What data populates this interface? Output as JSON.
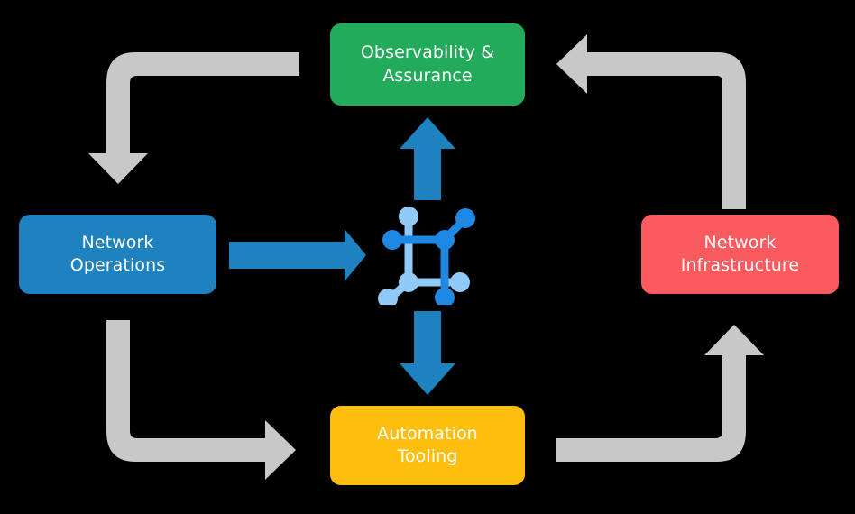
{
  "diagram": {
    "type": "cycle-diagram",
    "background_color": "#000000",
    "center": {
      "icon": "network-topology-icon",
      "colors": {
        "dark": "#1e88e5",
        "light": "#90caf9"
      }
    },
    "nodes": [
      {
        "id": "observability",
        "label": "Observability &\nAssurance",
        "color": "#22ab5a",
        "position": "top"
      },
      {
        "id": "operations",
        "label": "Network\nOperations",
        "color": "#1f82c0",
        "position": "left"
      },
      {
        "id": "infrastructure",
        "label": "Network\nInfrastructure",
        "color": "#fb5a5f",
        "position": "right"
      },
      {
        "id": "automation",
        "label": "Automation\nTooling",
        "color": "#fdbe0e",
        "position": "bottom"
      }
    ],
    "arrows": {
      "accent_color": "#1f82c0",
      "cycle_color": "#c8c8c8",
      "straight": [
        {
          "id": "operations-to-center",
          "direction": "right",
          "color": "#1f82c0"
        },
        {
          "id": "center-to-observability",
          "direction": "up",
          "color": "#1f82c0"
        },
        {
          "id": "center-to-automation",
          "direction": "down",
          "color": "#1f82c0"
        }
      ],
      "elbow": [
        {
          "id": "observability-to-operations",
          "from": "observability",
          "to": "operations",
          "direction": "down",
          "color": "#c8c8c8"
        },
        {
          "id": "infrastructure-to-observability",
          "from": "infrastructure",
          "to": "observability",
          "direction": "left",
          "color": "#c8c8c8"
        },
        {
          "id": "operations-to-automation",
          "from": "operations",
          "to": "automation",
          "direction": "right",
          "color": "#c8c8c8"
        },
        {
          "id": "automation-to-infrastructure",
          "from": "automation",
          "to": "infrastructure",
          "direction": "up",
          "color": "#c8c8c8"
        }
      ]
    }
  }
}
